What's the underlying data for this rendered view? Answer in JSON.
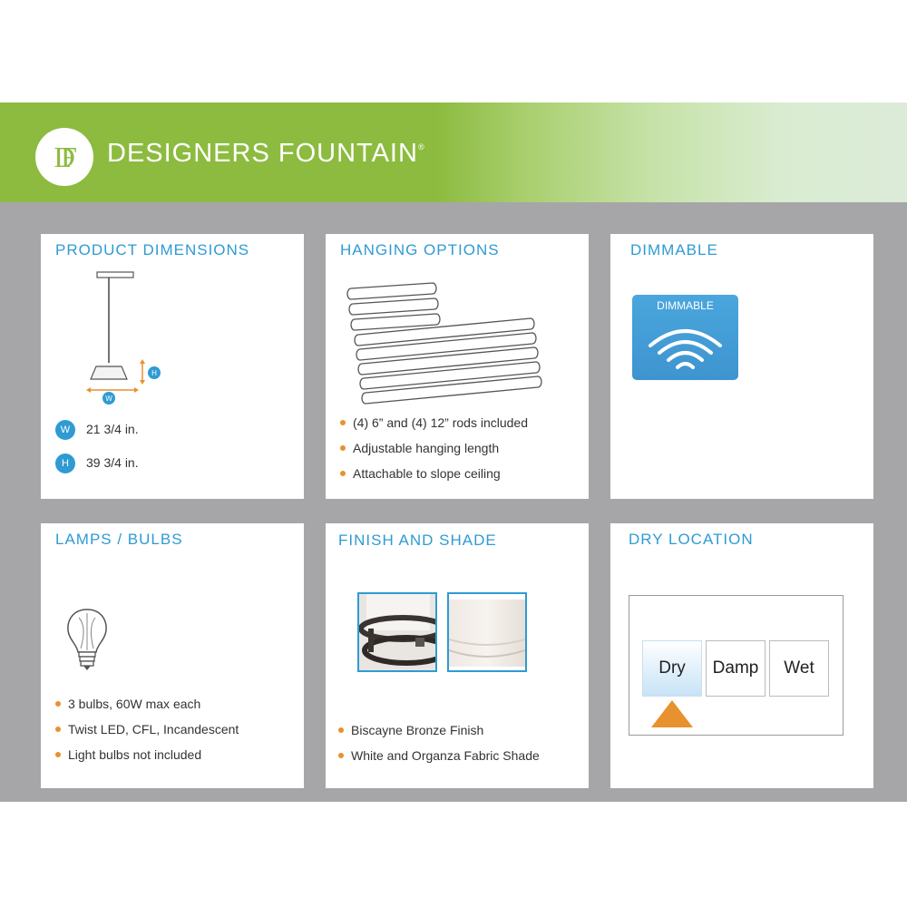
{
  "brand": {
    "name": "DESIGNERS FOUNTAIN",
    "trademark": "®",
    "logo_icon": "df-monogram-logo"
  },
  "colors": {
    "banner_green": "#8cbb3f",
    "accent_blue": "#2f9bd3",
    "bullet_orange": "#e8912f",
    "panel_gray": "#a6a6a8"
  },
  "cards": {
    "dimensions": {
      "title": "PRODUCT DIMENSIONS",
      "diagram_w_label": "W",
      "diagram_h_label": "H",
      "rows": [
        {
          "badge": "W",
          "value": "21 3/4 in."
        },
        {
          "badge": "H",
          "value": "39 3/4 in."
        }
      ]
    },
    "hanging": {
      "title": "HANGING OPTIONS",
      "icon": "rods-icon",
      "bullets": [
        "(4) 6” and (4) 12” rods included",
        "Adjustable hanging length",
        "Attachable to slope ceiling"
      ]
    },
    "dimmable": {
      "title": "DIMMABLE",
      "icon_label": "DIMMABLE",
      "icon": "dimmable-waves-icon"
    },
    "lamps": {
      "title": "LAMPS / BULBS",
      "icon": "light-bulb-icon",
      "bullets": [
        "3 bulbs, 60W max each",
        "Twist LED, CFL, Incandescent",
        "Light bulbs not included"
      ]
    },
    "finish": {
      "title": "FINISH AND SHADE",
      "swatches": [
        "bronze-finish-swatch",
        "fabric-shade-swatch"
      ],
      "bullets": [
        "Biscayne Bronze Finish",
        "White and Organza Fabric Shade"
      ]
    },
    "location": {
      "title": "DRY LOCATION",
      "options": [
        "Dry",
        "Damp",
        "Wet"
      ],
      "selected": "Dry",
      "indicator_icon": "orange-triangle-indicator-icon"
    }
  }
}
